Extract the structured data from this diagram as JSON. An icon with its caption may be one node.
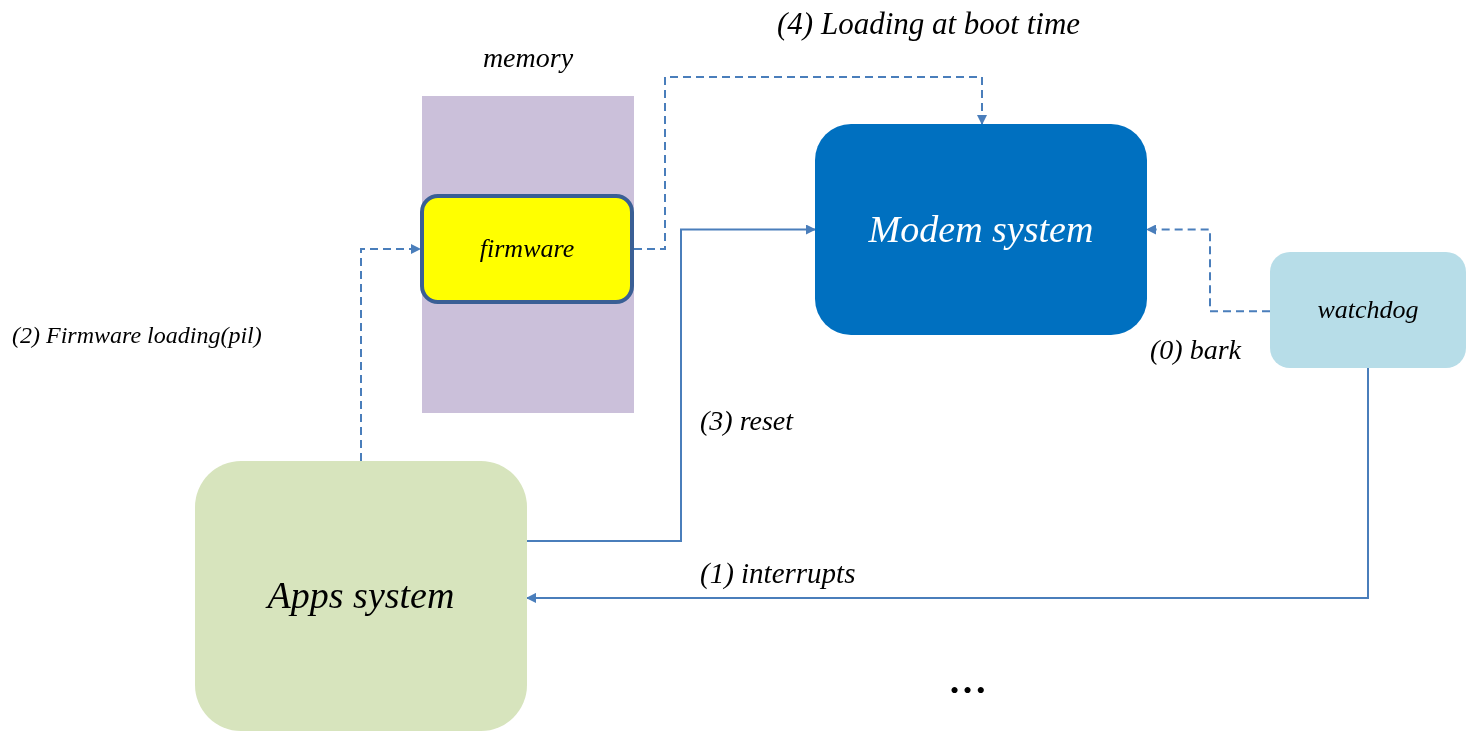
{
  "diagram": {
    "nodes": [
      {
        "text": [
          "memory"
        ]
      },
      {
        "text": [
          "firmware"
        ],
        "in": 0
      },
      {
        "text": [
          "Modem system"
        ]
      },
      {
        "text": [
          "watchdog"
        ]
      },
      {
        "text": [
          "Apps system"
        ]
      }
    ],
    "edges": [
      {
        "from": 3,
        "to": 2,
        "arrow": "to",
        "label": "(0) bark",
        "style": "dashed"
      },
      {
        "from": 3,
        "to": 4,
        "arrow": "to",
        "label": "(1) interrupts"
      },
      {
        "from": 4,
        "to": 1,
        "arrow": "to",
        "label": "(2) Firmware loading(pil)",
        "style": "dashed"
      },
      {
        "from": 4,
        "to": 2,
        "arrow": "to",
        "label": "(3) reset"
      },
      {
        "from": 1,
        "to": 2,
        "arrow": "to",
        "label": "(4) Loading at boot time",
        "style": "dashed"
      }
    ],
    "labels": [
      "•••"
    ]
  }
}
